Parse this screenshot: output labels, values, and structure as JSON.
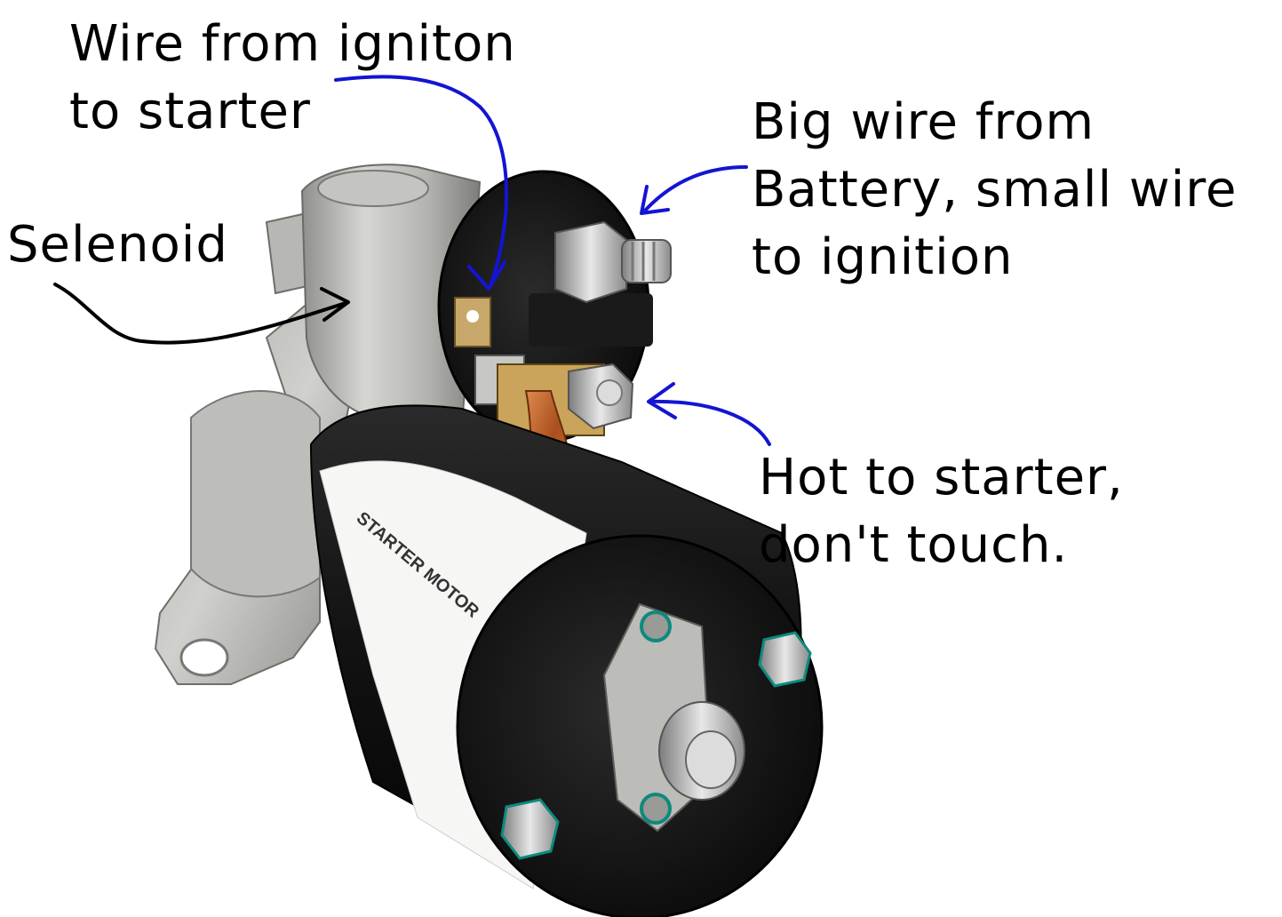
{
  "annotations": {
    "ignition_wire": {
      "lines": [
        "Wire from igniton",
        "to starter"
      ]
    },
    "solenoid": {
      "lines": [
        "Selenoid"
      ]
    },
    "battery_wire": {
      "lines": [
        "Big wire from",
        "Battery, small wire",
        "to ignition"
      ]
    },
    "hot_terminal": {
      "lines": [
        "Hot to starter,",
        "don't touch."
      ]
    }
  },
  "photo": {
    "body_label": "STARTER MOTOR"
  },
  "colors": {
    "arrow_blue": "#1414d2",
    "arrow_black": "#000000",
    "motor_black": "#151515",
    "solenoid_silver": "#b9b9b5",
    "copper": "#c0612a"
  }
}
